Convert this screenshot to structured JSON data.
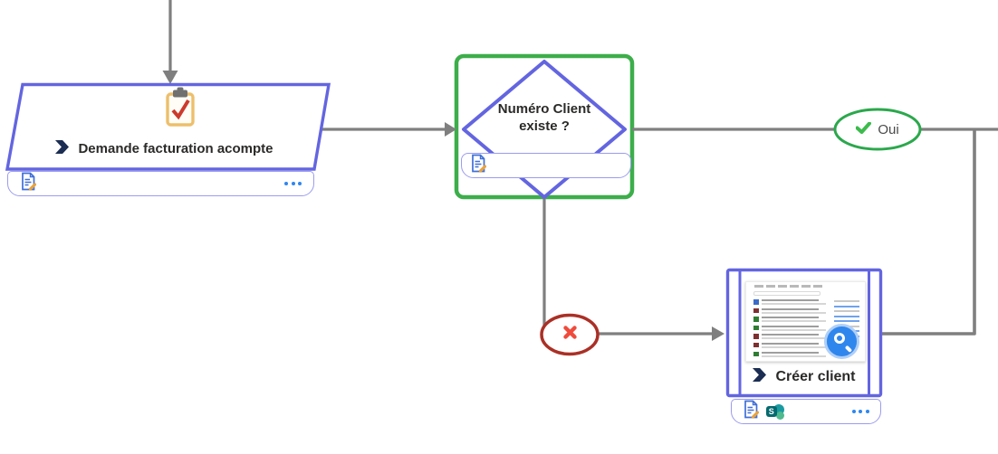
{
  "nodes": {
    "demande": {
      "label": "Demande facturation acompte",
      "shape": "parallelogram",
      "icons": [
        "clipboard-check",
        "power-automate",
        "document-edit",
        "more-options"
      ]
    },
    "decision": {
      "label": "Numéro Client existe ?",
      "label_lines": [
        "Numéro Client",
        "existe ?"
      ],
      "shape": "diamond",
      "selected": true,
      "icons": [
        "document-edit"
      ]
    },
    "creer_client": {
      "label": "Créer client",
      "shape": "subprocess",
      "icons": [
        "power-automate",
        "document-edit",
        "sharepoint",
        "more-options"
      ]
    }
  },
  "connectors": {
    "yes": {
      "label": "Oui",
      "symbol": "check"
    },
    "no": {
      "label": "",
      "symbol": "cross"
    }
  },
  "colors": {
    "node_border": "#6365E0",
    "footer_border": "#9B9CEF",
    "selection_green": "#3CAE4A",
    "yes_green": "#2BA84C",
    "check_green": "#3DBB4D",
    "no_red_border": "#AA3026",
    "no_red_x": "#EF4B3C",
    "connector_gray": "#7F7F7F",
    "text": "#2B2A29",
    "accent_blue": "#2E86F0"
  },
  "thumbnail": {
    "row_colors": [
      "#3B6BC7",
      "#7E3030",
      "#2F7D32",
      "#2F7D32",
      "#7E3030",
      "#7E3030",
      "#2F7D32"
    ]
  }
}
